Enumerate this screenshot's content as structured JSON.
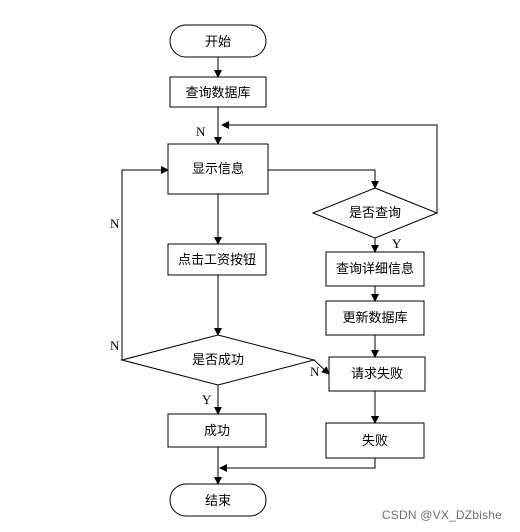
{
  "nodes": {
    "start": "开始",
    "query_db": "查询数据库",
    "show_info": "显示信息",
    "click_pay": "点击工资按钮",
    "success_q": "是否成功",
    "success": "成功",
    "query_q": "是否查询",
    "query_detail": "查询详细信息",
    "update_db": "更新数据库",
    "request_fail": "请求失败",
    "fail": "失败",
    "end": "结束"
  },
  "edge_labels": {
    "loop_top_n": "N",
    "left_loop_n": "N",
    "left_branch_n": "N",
    "success_y": "Y",
    "query_y": "Y",
    "request_fail_n": "N"
  },
  "watermark": "CSDN @VX_DZbishe"
}
